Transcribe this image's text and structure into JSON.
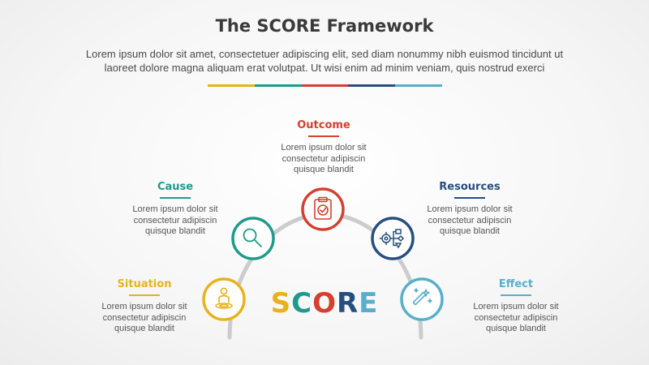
{
  "title": "The SCORE Framework",
  "subtitle_line1": "Lorem ipsum dolor sit amet, consectetuer adipiscing elit, sed diam nonummy nibh euismod tincidunt ut",
  "subtitle_line2": "laoreet dolore magna aliquam erat volutpat. Ut wisi enim ad minim veniam, quis nostrud exerci",
  "colors": {
    "situation": "#e8b21d",
    "cause": "#1f9a8a",
    "outcome": "#d3402f",
    "resources": "#264e7e",
    "effect": "#57afc9",
    "arc": "#cccccc"
  },
  "center_word": {
    "letters": [
      "S",
      "C",
      "O",
      "R",
      "E"
    ]
  },
  "items": [
    {
      "key": "situation",
      "label": "Situation",
      "icon": "person-target-icon",
      "desc": [
        "Lorem ipsum dolor sit",
        "consectetur adipiscin",
        "quisque blandit"
      ]
    },
    {
      "key": "cause",
      "label": "Cause",
      "icon": "magnifier-icon",
      "desc": [
        "Lorem ipsum dolor sit",
        "consectetur adipiscin",
        "quisque blandit"
      ]
    },
    {
      "key": "outcome",
      "label": "Outcome",
      "icon": "clipboard-check-icon",
      "desc": [
        "Lorem ipsum dolor sit",
        "consectetur adipiscin",
        "quisque blandit"
      ]
    },
    {
      "key": "resources",
      "label": "Resources",
      "icon": "gear-flowchart-icon",
      "desc": [
        "Lorem ipsum dolor sit",
        "consectetur adipiscin",
        "quisque blandit"
      ]
    },
    {
      "key": "effect",
      "label": "Effect",
      "icon": "magic-wand-icon",
      "desc": [
        "Lorem ipsum dolor sit",
        "consectetur adipiscin",
        "quisque blandit"
      ]
    }
  ]
}
